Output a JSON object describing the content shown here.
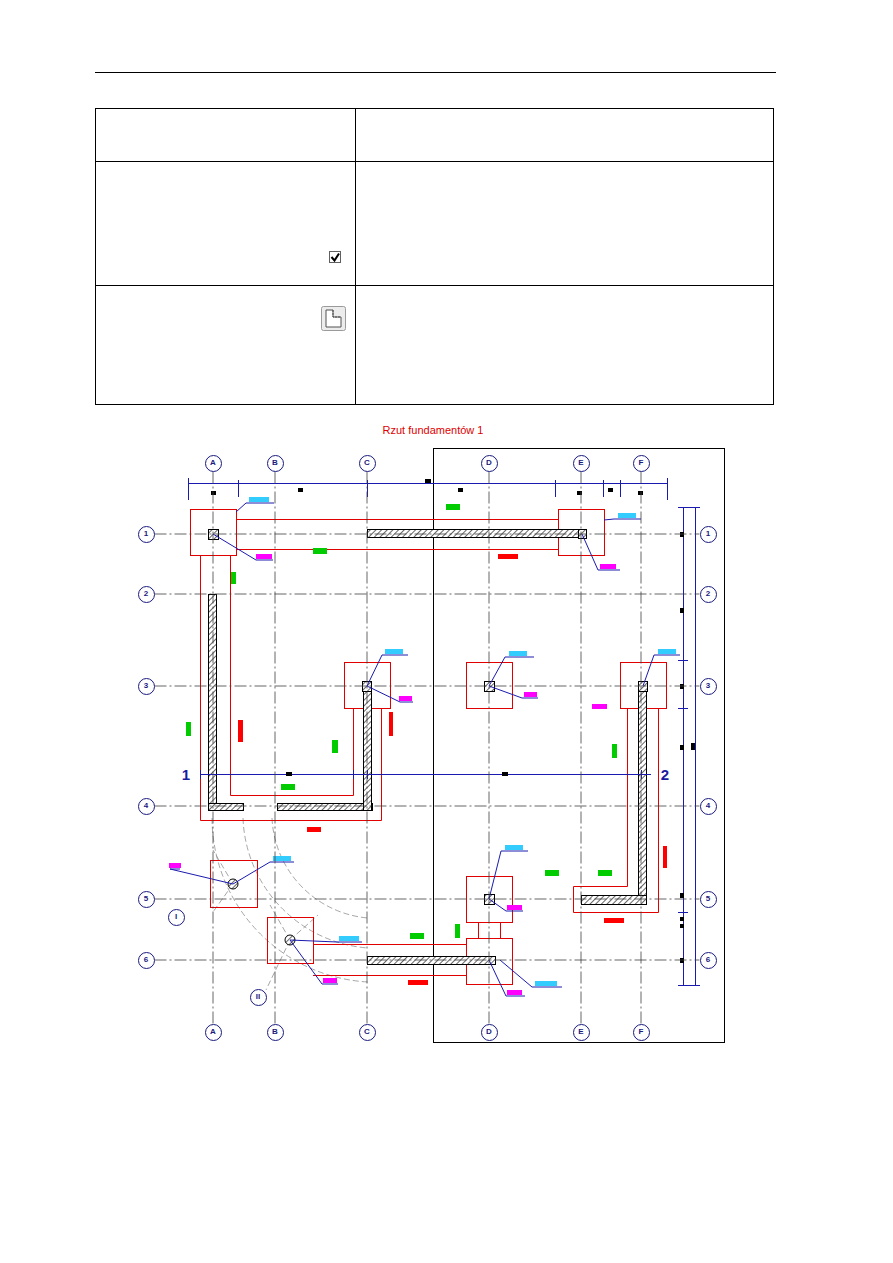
{
  "diagram": {
    "title": "Rzut fundamentów 1",
    "nodes": [
      {
        "text": [
          "A"
        ]
      },
      {
        "text": [
          "B"
        ]
      },
      {
        "text": [
          "C"
        ]
      },
      {
        "text": [
          "D"
        ]
      },
      {
        "text": [
          "E"
        ]
      },
      {
        "text": [
          "F"
        ]
      },
      {
        "text": [
          "1"
        ]
      },
      {
        "text": [
          "1"
        ]
      },
      {
        "text": [
          "2"
        ]
      },
      {
        "text": [
          "2"
        ]
      },
      {
        "text": [
          "3"
        ]
      },
      {
        "text": [
          "3"
        ]
      },
      {
        "text": [
          "4"
        ]
      },
      {
        "text": [
          "4"
        ]
      },
      {
        "text": [
          "5"
        ]
      },
      {
        "text": [
          "5"
        ]
      },
      {
        "text": [
          "6"
        ]
      },
      {
        "text": [
          "6"
        ]
      },
      {
        "text": [
          "I"
        ]
      },
      {
        "text": [
          "II"
        ]
      },
      {
        "text": [
          "A"
        ]
      },
      {
        "text": [
          "B"
        ]
      },
      {
        "text": [
          "C"
        ]
      },
      {
        "text": [
          "D"
        ]
      },
      {
        "text": [
          "E"
        ]
      },
      {
        "text": [
          "F"
        ]
      }
    ],
    "edges": [
      {
        "from": 0,
        "to": 20,
        "arrow": "none"
      },
      {
        "from": 1,
        "to": 21,
        "arrow": "none"
      },
      {
        "from": 2,
        "to": 22,
        "arrow": "none"
      },
      {
        "from": 3,
        "to": 23,
        "arrow": "none"
      },
      {
        "from": 4,
        "to": 24,
        "arrow": "none"
      },
      {
        "from": 5,
        "to": 25,
        "arrow": "none"
      },
      {
        "from": 6,
        "to": 7,
        "arrow": "none"
      },
      {
        "from": 8,
        "to": 9,
        "arrow": "none"
      },
      {
        "from": 10,
        "to": 11,
        "arrow": "none"
      },
      {
        "from": 12,
        "to": 13,
        "arrow": "none"
      },
      {
        "from": 14,
        "to": 15,
        "arrow": "none"
      },
      {
        "from": 16,
        "to": 17,
        "arrow": "none"
      }
    ],
    "labels": [
      "1",
      "2"
    ]
  }
}
